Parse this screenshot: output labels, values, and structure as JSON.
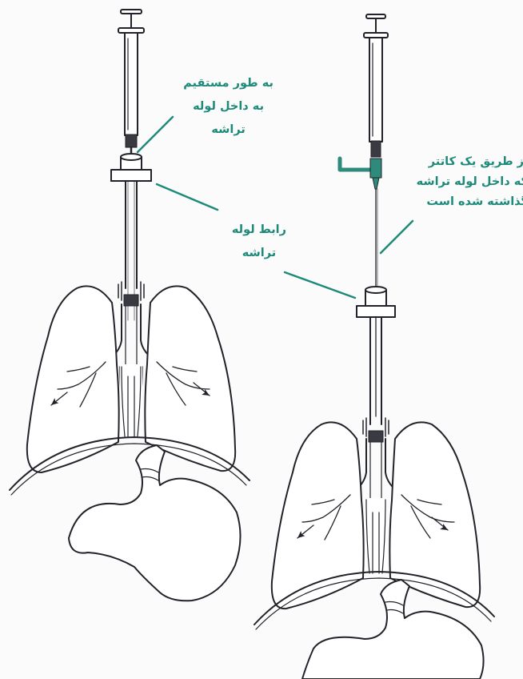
{
  "labels": {
    "direct": [
      "به طور مستقیم",
      "به داخل لوله",
      "تراشه"
    ],
    "connector": [
      "رابط لوله",
      "تراشه"
    ],
    "catheter": [
      "از طریق یک کاتتر",
      "که داخل  لوله تراشه",
      "گذاشته شده است"
    ]
  },
  "colors": {
    "label": "#1e8a7a",
    "leader_line": "#1e8a7a",
    "outline": "#22232a",
    "syringe_tip": "#2e8b7c"
  },
  "icons": {
    "syringe": "syringe-icon",
    "lungs": "lungs-icon",
    "stomach": "stomach-icon"
  }
}
